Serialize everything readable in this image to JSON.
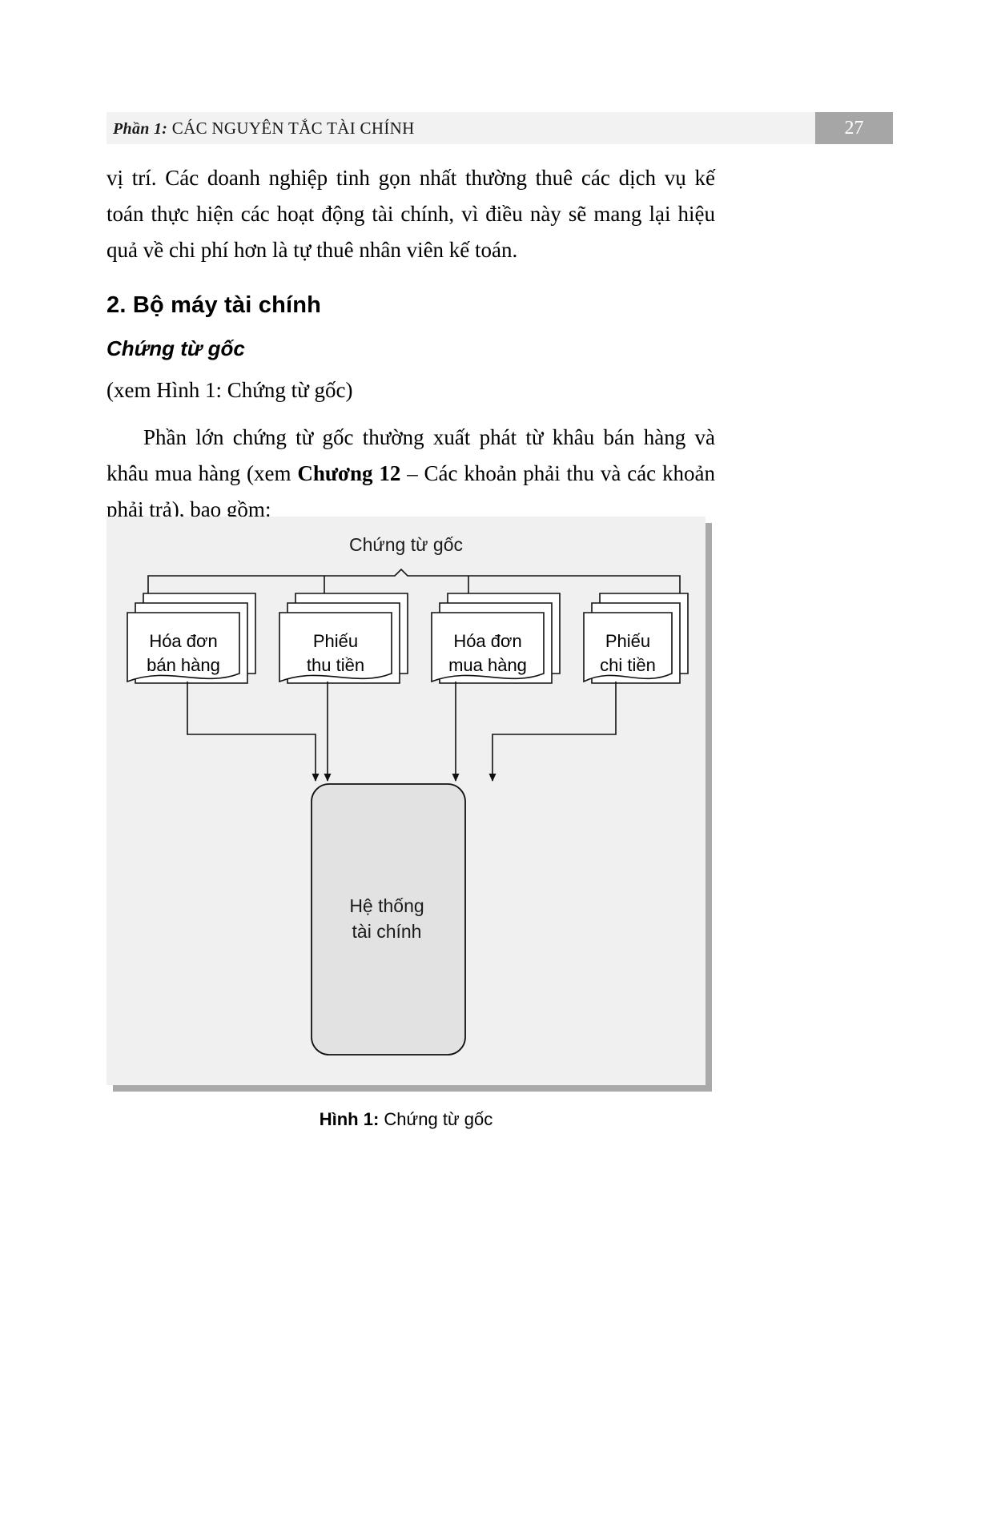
{
  "header": {
    "part_label": "Phần 1:",
    "section_title": "CÁC NGUYÊN TẮC TÀI CHÍNH",
    "page_number": "27",
    "bar_color": "#f2f2f2",
    "page_badge_color": "#a6a6a6"
  },
  "body": {
    "paragraph_1": "vị trí. Các doanh nghiệp tinh gọn nhất thường thuê các dịch vụ kế toán thực hiện các hoạt động tài chính, vì điều này sẽ mang lại hiệu quả về chi phí hơn là tự thuê nhân viên kế toán.",
    "heading_section": "2. Bộ máy tài chính",
    "heading_sub": "Chứng từ gốc",
    "see_figure_note": "(xem Hình 1: Chứng từ gốc)",
    "paragraph_2_part1": "Phần lớn chứng từ gốc thường xuất phát từ khâu bán hàng và khâu mua hàng (xem ",
    "paragraph_2_bold": "Chương 12",
    "paragraph_2_part2": " – Các khoản phải thu và các khoản phải trả), bao gồm:"
  },
  "figure": {
    "title": "Chứng từ gốc",
    "documents": [
      {
        "line1": "Hóa đơn",
        "line2": "bán hàng"
      },
      {
        "line1": "Phiếu",
        "line2": "thu tiền"
      },
      {
        "line1": "Hóa đơn",
        "line2": "mua hàng"
      },
      {
        "line1": "Phiếu",
        "line2": "chi tiền"
      }
    ],
    "system_box": {
      "line1": "Hệ thống",
      "line2": "tài chính"
    },
    "caption_label": "Hình 1:",
    "caption_text": "Chứng từ gốc",
    "panel_bg": "#f0f0f0",
    "shadow_color": "#a9a9a9",
    "system_box_fill": "#e2e2e2"
  }
}
